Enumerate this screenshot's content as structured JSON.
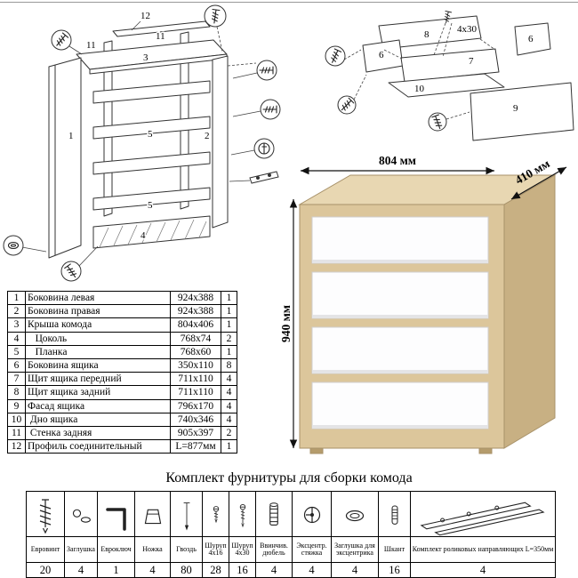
{
  "doc": {
    "hardware_title": "Комплект фурнитуры для сборки комода"
  },
  "dimensions": {
    "width": "804 мм",
    "depth": "410 мм",
    "height": "940 мм"
  },
  "frame_diagram": {
    "labels": {
      "n12": "12",
      "n11a": "11",
      "n11b": "11",
      "n3": "3",
      "n1": "1",
      "n2": "2",
      "n5a": "5",
      "n5b": "5",
      "n4": "4"
    }
  },
  "drawer_diagram": {
    "labels": {
      "n8": "8",
      "screw_size": "4x30",
      "n6a": "6",
      "n6b": "6",
      "n7": "7",
      "n10": "10",
      "n9": "9"
    }
  },
  "parts_table": {
    "rows": [
      {
        "num": "1",
        "name": "Боковина левая",
        "size": "924x388",
        "qty": "1"
      },
      {
        "num": "2",
        "name": "Боковина правая",
        "size": "924x388",
        "qty": "1"
      },
      {
        "num": "3",
        "name": "Крыша комода",
        "size": "804x406",
        "qty": "1"
      },
      {
        "num": "4",
        "name": "   Цоколь",
        "size": "768x74",
        "qty": "2"
      },
      {
        "num": "5",
        "name": "   Планка",
        "size": "768x60",
        "qty": "1"
      },
      {
        "num": "6",
        "name": "Боковина ящика",
        "size": "350x110",
        "qty": "8"
      },
      {
        "num": "7",
        "name": "Щит ящика передний",
        "size": "711x110",
        "qty": "4"
      },
      {
        "num": "8",
        "name": "Щит ящика задний",
        "size": "711x110",
        "qty": "4"
      },
      {
        "num": "9",
        "name": "Фасад ящика",
        "size": "796x170",
        "qty": "4"
      },
      {
        "num": "10",
        "name": " Дно ящика",
        "size": "740x346",
        "qty": "4"
      },
      {
        "num": "11",
        "name": " Стенка задняя",
        "size": "905x397",
        "qty": "2"
      },
      {
        "num": "12",
        "name": "Профиль соединительный",
        "size": "L=877мм",
        "qty": "1"
      }
    ]
  },
  "hardware_table": {
    "items": [
      {
        "label": "Евровинт",
        "qty": "20",
        "icon": "confirmat-screw-icon"
      },
      {
        "label": "Заглушка",
        "qty": "4",
        "icon": "plug-cap-icon"
      },
      {
        "label": "Евроключ",
        "qty": "1",
        "icon": "hex-key-icon"
      },
      {
        "label": "Ножка",
        "qty": "4",
        "icon": "furniture-foot-icon"
      },
      {
        "label": "Гвоздь",
        "qty": "80",
        "icon": "nail-icon"
      },
      {
        "label": "Шуруп 4x16",
        "qty": "28",
        "icon": "screw-4x16-icon"
      },
      {
        "label": "Шуруп 4x30",
        "qty": "16",
        "icon": "screw-4x30-icon"
      },
      {
        "label": "Ввинчив. дюбель",
        "qty": "4",
        "icon": "threaded-dowel-icon"
      },
      {
        "label": "Эксцентр. стяжка",
        "qty": "4",
        "icon": "cam-lock-icon"
      },
      {
        "label": "Заглушка для эксцентрика",
        "qty": "4",
        "icon": "cam-cap-icon"
      },
      {
        "label": "Шкант",
        "qty": "16",
        "icon": "wood-dowel-icon"
      },
      {
        "label": "Комплект роликовых направляющих L=350мм",
        "qty": "4",
        "icon": "roller-slides-icon"
      }
    ]
  },
  "colors": {
    "oak_front": "#dcc69b",
    "oak_top": "#e8d7b2",
    "oak_side": "#c8b083",
    "drawer_front": "#fdfdfe",
    "line": "#333333"
  }
}
